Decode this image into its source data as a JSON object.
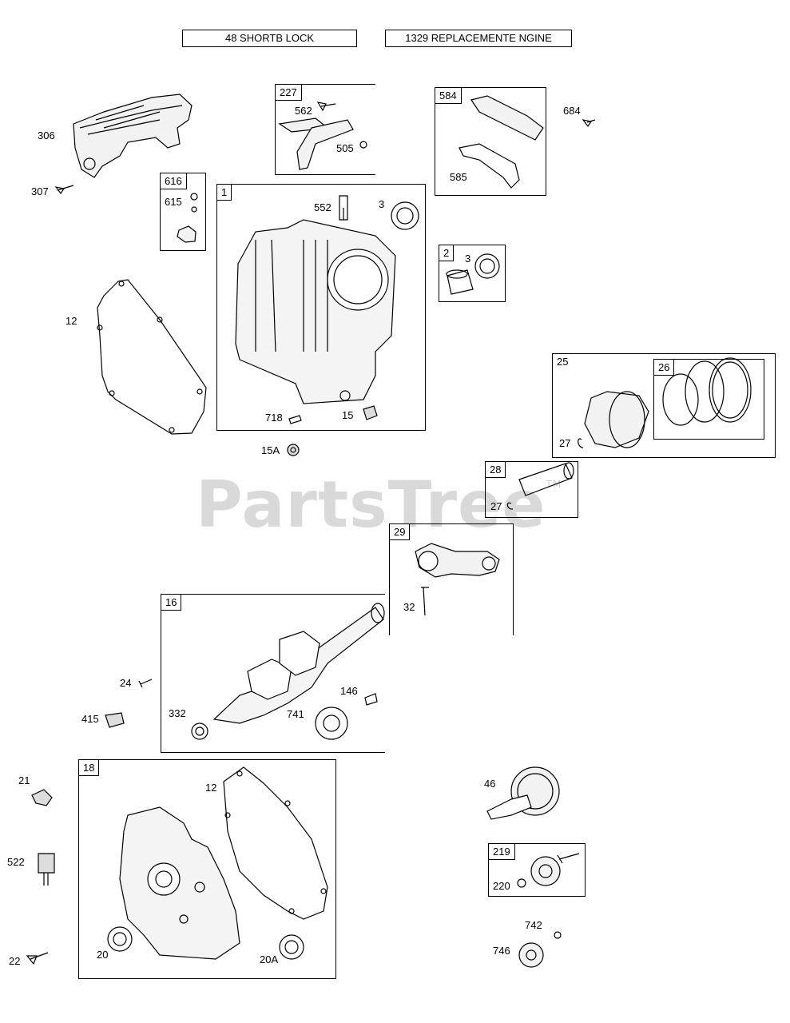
{
  "header": {
    "left": "48 SHORTB LOCK",
    "right": "1329 REPLACEMENTE NGINE"
  },
  "watermark": {
    "text": "PartsTree",
    "mark": "TM"
  },
  "groups": {
    "g227": "227",
    "g584": "584",
    "g616": "616",
    "g1": "1",
    "g2": "2",
    "g25": "25",
    "g26": "26",
    "g28": "28",
    "g29": "29",
    "g16": "16",
    "g18": "18",
    "g219": "219"
  },
  "parts": {
    "p306": "306",
    "p307": "307",
    "p562": "562",
    "p505": "505",
    "p585": "585",
    "p684": "684",
    "p615": "615",
    "p552": "552",
    "p3a": "3",
    "p3b": "3",
    "p12a": "12",
    "p718": "718",
    "p15": "15",
    "p15a": "15A",
    "p27a": "27",
    "p27b": "27",
    "p32": "32",
    "p24": "24",
    "p415": "415",
    "p332": "332",
    "p741": "741",
    "p146": "146",
    "p21": "21",
    "p12b": "12",
    "p522": "522",
    "p46": "46",
    "p220": "220",
    "p20": "20",
    "p20a": "20A",
    "p22": "22",
    "p742": "742",
    "p746": "746"
  }
}
